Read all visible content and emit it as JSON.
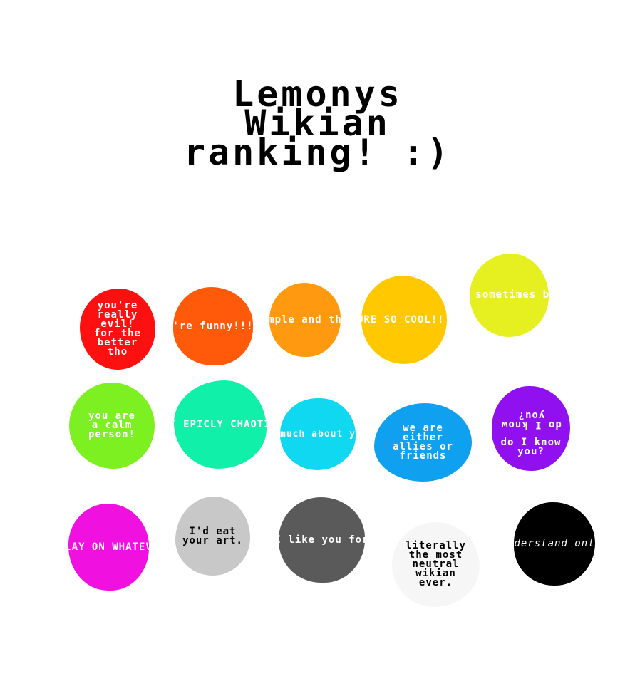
{
  "title": {
    "line1": "Lemonys",
    "line2": "Wikian",
    "line3": "ranking! :)"
  },
  "blobs": [
    {
      "text": "you're\nreally\nevil!\nfor the\nbetter\ntho",
      "color": "#ff1010",
      "text_color": "#ffffff"
    },
    {
      "text": "you're\nfunny!!!!\n!",
      "color": "#ff5a0a",
      "text_color": "#ffffff"
    },
    {
      "text": "you're\nsimple and\nthat's cool",
      "color": "#ff9a10",
      "text_color": "#ffffff"
    },
    {
      "text": "YOURE SO\nCOOL!!!!!",
      "color": "#ffc800",
      "text_color": "#ffffff"
    },
    {
      "text": "you\nconcern me\nsometimes\nbut you're\nnice",
      "color": "#e6f020",
      "text_color": "#ffffff"
    },
    {
      "text": "you are\na calm\nperson!",
      "color": "#7cf020",
      "text_color": "#ffffff"
    },
    {
      "text": "you are\nthe MOST\nEPICLY\nCHAOTIC\nCREATURE\nEVER",
      "color": "#10f0a8",
      "text_color": "#ffffff"
    },
    {
      "text": "i don't\nreally know\nmuch about\nyou, but\nI'd like\nto!",
      "color": "#10d8f0",
      "text_color": "#ffffff"
    },
    {
      "text": "we are\neither\nallies or\nfriends",
      "color": "#10a0f0",
      "text_color": "#ffffff"
    },
    {
      "text_mirrored": "do I know\nyou?",
      "text": "do I know\nyou?",
      "color": "#9010f0",
      "text_color": "#ffffff"
    },
    {
      "text": "you always\nSLAY ON\nWHATEVER\nYOU DO!!!",
      "color": "#f010e0",
      "text_color": "#ffffff"
    },
    {
      "text": "I'd eat\nyour art.",
      "color": "#c8c8c8",
      "text_color": "#000000"
    },
    {
      "text": "you helped\nme and I\nlike you\nfor that\nyou are\nkind",
      "color": "#5a5a5a",
      "text_color": "#ffffff"
    },
    {
      "text": "literally\nthe most\nneutral\nwikian\never.",
      "color": "#f6f6f6",
      "text_color": "#000000"
    },
    {
      "text": "you're so\nhard to\nunderstand\nonly this\ndescribes\nyou",
      "color": "#000000",
      "text_color": "#ffffff"
    }
  ]
}
